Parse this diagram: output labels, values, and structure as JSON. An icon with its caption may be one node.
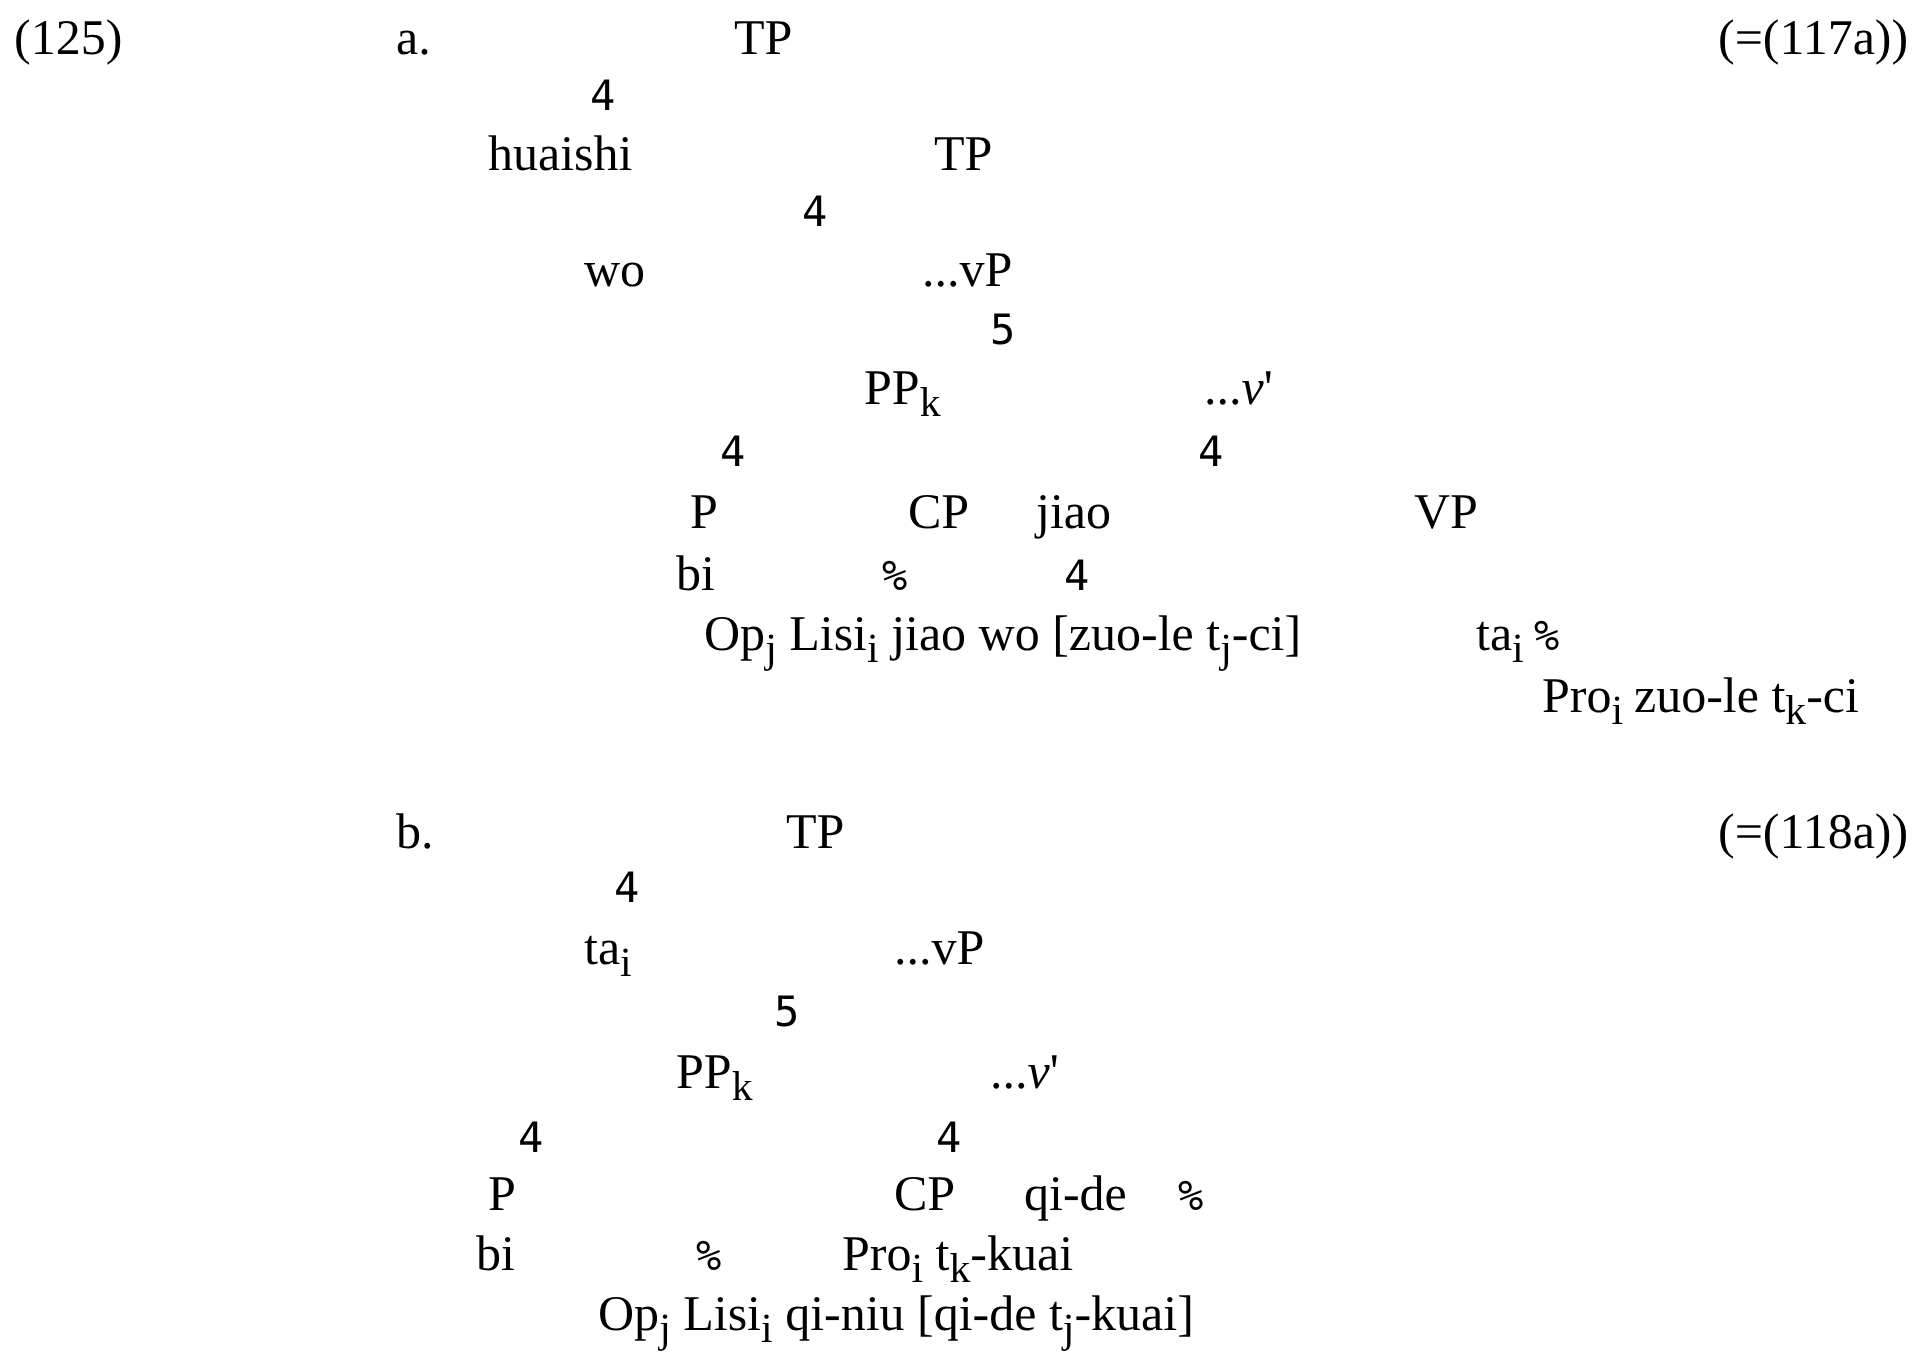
{
  "diagram": {
    "labels": [
      "(125)",
      "a.",
      "TP",
      "(=(117a))",
      "4",
      "huaishi",
      "TP",
      "4",
      "wo",
      "...vP",
      "5",
      "PP$_{k}$",
      "...*v*'",
      "4",
      "4",
      "P",
      "CP",
      "jiao",
      "VP",
      "bi",
      "%",
      "4",
      "Op$_{j}$ Lisi$_{i}$ jiao wo [zuo-le t$_{j}$-ci]",
      "ta$_{i}$",
      "%",
      "Pro$_{i}$",
      "zuo-le t$_{k}$-ci",
      "b.",
      "TP",
      "(=(118a))",
      "4",
      "ta$_{i}$",
      "...vP",
      "5",
      "PP$_{k}$",
      "...*v*'",
      "4",
      "4",
      "P",
      "CP",
      "qi-de",
      "%",
      "bi",
      "%",
      "Pro$_{i}$ t$_{k}$-kuai",
      "Op$_{j}$ Lisi$_{i}$ qi-niu [qi-de t$_{j}$-kuai]"
    ]
  }
}
